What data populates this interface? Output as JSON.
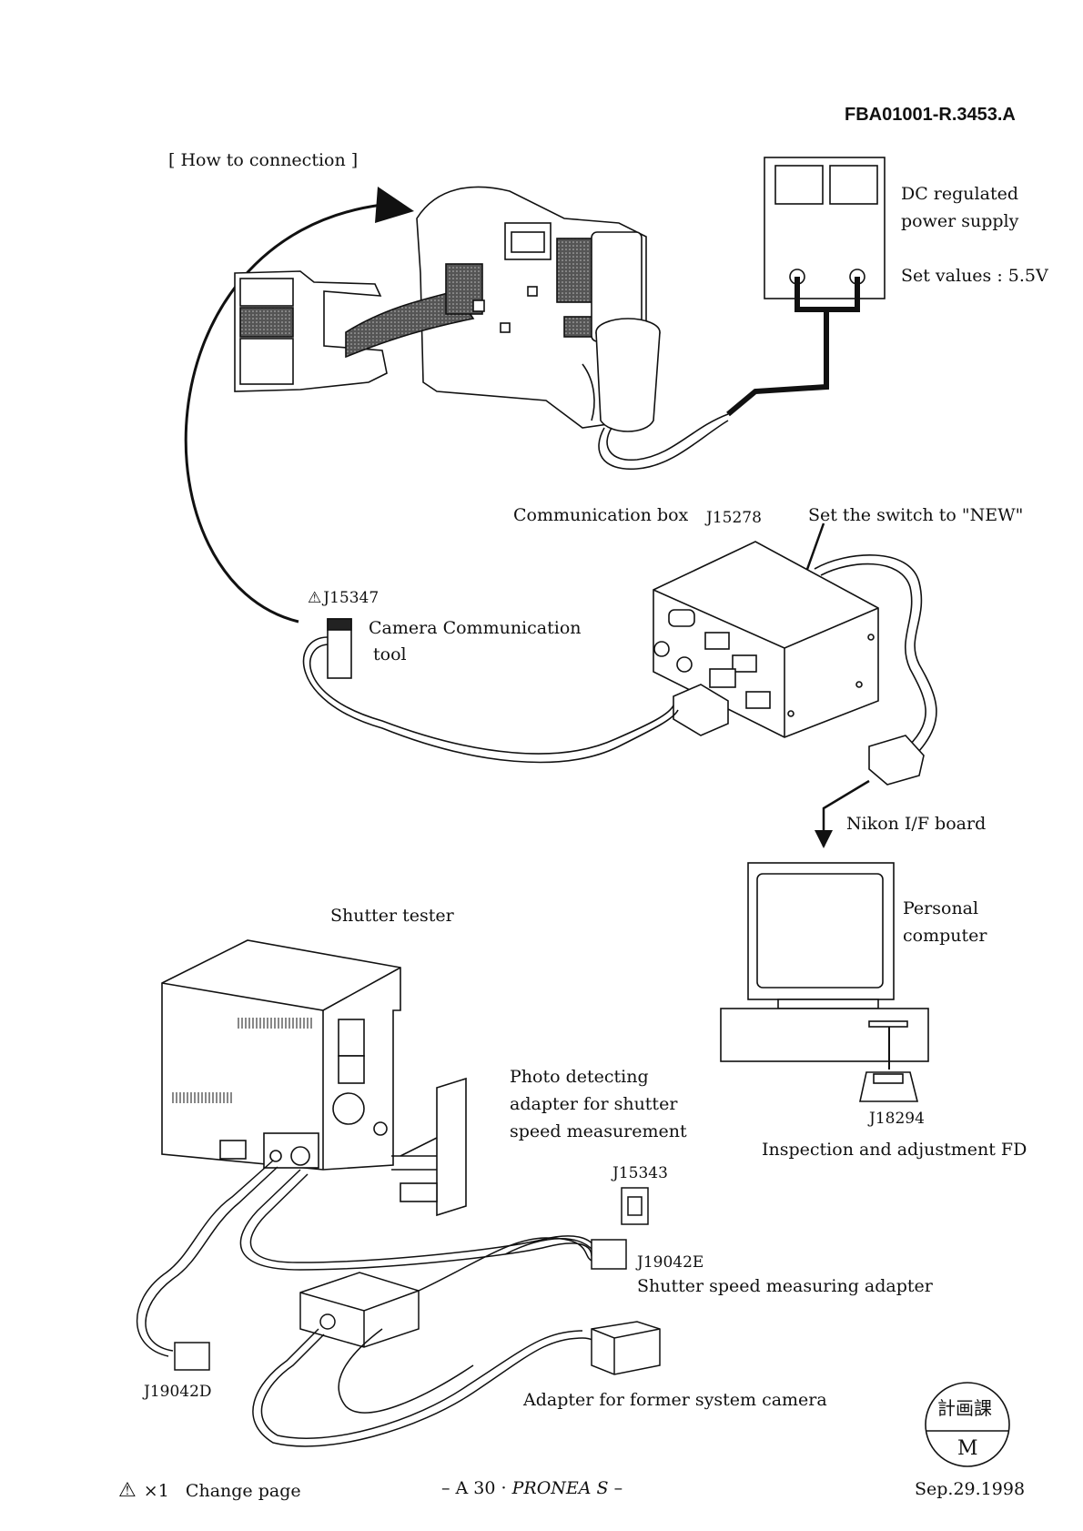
{
  "document_id": "FBA01001-R.3453.A",
  "section_title": "[ How to connection ]",
  "power_supply": {
    "label_line1": "DC regulated",
    "label_line2": "power supply",
    "set_values": "Set values : 5.5V"
  },
  "communication_box": {
    "label": "Communication box",
    "part_no": "J15278",
    "switch_note": "Set the switch to \"NEW\""
  },
  "camera_comm_tool": {
    "warning_mark": "⚠",
    "part_no": "J15347",
    "label_line1": "Camera  Communication",
    "label_line2": "tool"
  },
  "interface_board": {
    "label": "Nikon  I/F board"
  },
  "personal_computer": {
    "label_line1": "Personal",
    "label_line2": "computer"
  },
  "floppy_disk": {
    "part_no": "J18294",
    "label": "Inspection and adjustment FD"
  },
  "shutter_tester": {
    "label": "Shutter tester"
  },
  "photo_adapter": {
    "label_line1": "Photo detecting",
    "label_line2": "adapter for shutter",
    "label_line3": "speed measurement",
    "part_no": "J15343"
  },
  "shutter_speed_adapter": {
    "part_no": "J19042E",
    "label": "Shutter speed measuring adapter"
  },
  "adapter_d": {
    "part_no": "J19042D"
  },
  "former_camera_adapter": {
    "label": "Adapter for former system camera"
  },
  "stamp": {
    "top": "計画課",
    "bottom": "M"
  },
  "footer": {
    "change_mark": "⚠",
    "change_count": "×1",
    "change_label": "Change page",
    "page_label_prefix": "– A  30 ·",
    "page_label_product": "PRONEA S",
    "page_label_suffix": "–",
    "date": "Sep.29.1998"
  }
}
